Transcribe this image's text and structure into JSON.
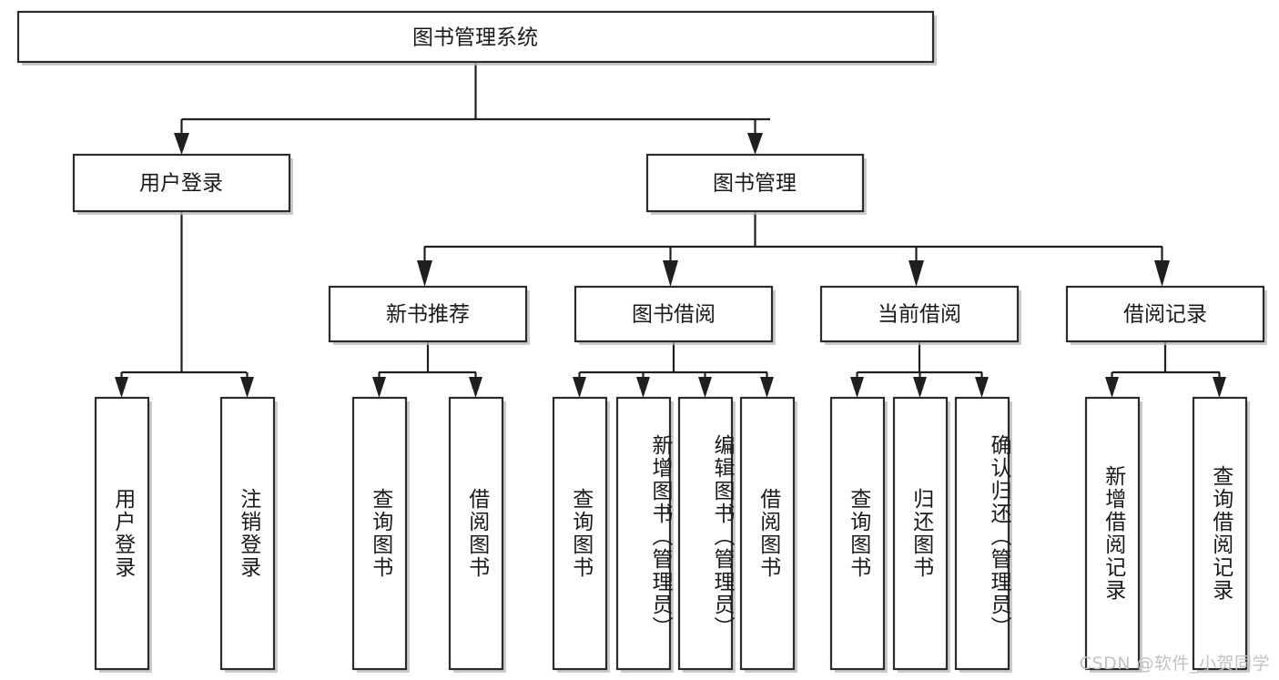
{
  "diagram": {
    "title": "图书管理系统",
    "type": "tree",
    "colors": {
      "box_stroke": "#2b2b2b",
      "box_fill": "#ffffff",
      "connector": "#1f1f1f",
      "shadow": "#b9b9b9",
      "text": "#1a1a1a",
      "watermark": "#c2c2c2",
      "background": "#ffffff"
    },
    "root": {
      "label": "图书管理系统"
    },
    "level2": [
      {
        "label": "用户登录"
      },
      {
        "label": "图书管理"
      }
    ],
    "level3": [
      {
        "label": "新书推荐"
      },
      {
        "label": "图书借阅"
      },
      {
        "label": "当前借阅"
      },
      {
        "label": "借阅记录"
      }
    ],
    "leaves": {
      "user_login": [
        {
          "label": "用户登录"
        },
        {
          "label": "注销登录"
        }
      ],
      "new_book": [
        {
          "label": "查询图书"
        },
        {
          "label": "借阅图书"
        }
      ],
      "book_borrow": [
        {
          "label": "查询图书"
        },
        {
          "label": "新增图书（管理员）"
        },
        {
          "label": "编辑图书（管理员）"
        },
        {
          "label": "借阅图书"
        }
      ],
      "current_borrow": [
        {
          "label": "查询图书"
        },
        {
          "label": "归还图书"
        },
        {
          "label": "确认归还（管理员）"
        }
      ],
      "borrow_record": [
        {
          "label": "新增借阅记录"
        },
        {
          "label": "查询借阅记录"
        }
      ]
    }
  },
  "watermark": {
    "text": "CSDN @软件_小贺同学"
  }
}
